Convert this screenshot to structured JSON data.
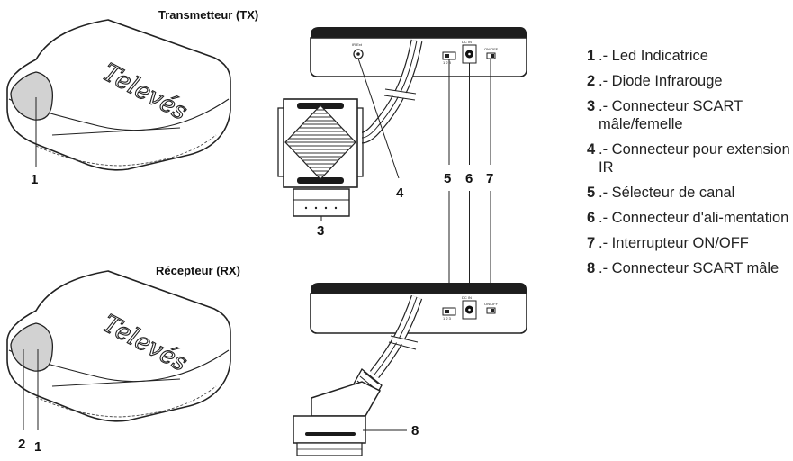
{
  "titles": {
    "tx": "Transmetteur (TX)",
    "rx": "Récepteur (RX)"
  },
  "logo_text": "Televés",
  "tx_unit_numbers": [
    "1"
  ],
  "rx_unit_numbers": [
    "2",
    "1"
  ],
  "diagram_numbers": [
    "3",
    "4",
    "5",
    "6",
    "7",
    "8"
  ],
  "legend": [
    {
      "num": "1",
      "text": ".- Led Indicatrice"
    },
    {
      "num": "2",
      "text": ".- Diode Infrarouge"
    },
    {
      "num": "3",
      "text": ".- Connecteur SCART mâle/femelle"
    },
    {
      "num": "4",
      "text": ".- Connecteur pour extension IR"
    },
    {
      "num": "5",
      "text": ".- Sélecteur de canal"
    },
    {
      "num": "6",
      "text": ".- Connecteur d'ali-mentation"
    },
    {
      "num": "7",
      "text": ".- Interrupteur ON/OFF"
    },
    {
      "num": "8",
      "text": ".- Connecteur SCART mâle"
    }
  ]
}
